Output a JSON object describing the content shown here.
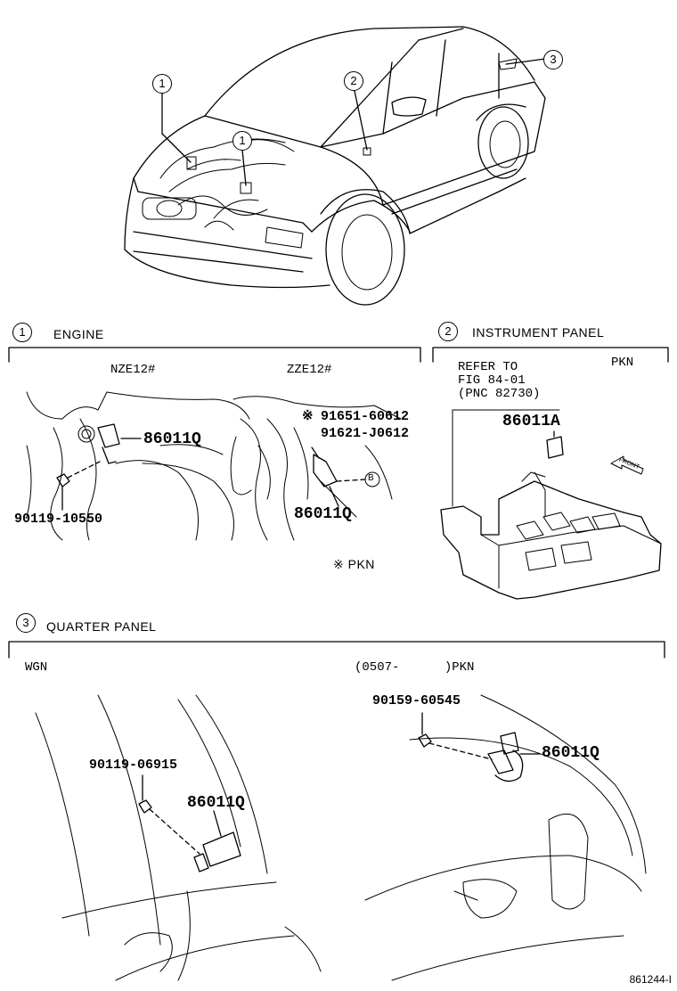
{
  "callouts": {
    "c1": "1",
    "c2": "2",
    "c3": "3"
  },
  "sections": {
    "engine": {
      "num": "1",
      "title": "ENGINE",
      "nze_label": "NZE12#",
      "zze_label": "ZZE12#",
      "nze_part": "86011Q",
      "nze_bolt": "90119-10550",
      "zze_mark1": "※",
      "zze_alt1": "91651-60612",
      "zze_alt2": "91621-J0612",
      "zze_part": "86011Q",
      "zze_b": "B",
      "pkn_note": "※ PKN"
    },
    "instrument_panel": {
      "num": "2",
      "title": "INSTRUMENT PANEL",
      "pkn": "PKN",
      "refer1": "REFER TO",
      "refer2": "FIG 84-01",
      "refer3": "(PNC 82730)",
      "part": "86011A",
      "front": "FRONT"
    },
    "quarter_panel": {
      "num": "3",
      "title": "QUARTER PANEL",
      "wgn": "WGN",
      "wgn_bolt": "90119-06915",
      "wgn_part": "86011Q",
      "pkn_date": "(0507-      )PKN",
      "pkn_bolt": "90159-60545",
      "pkn_part": "86011Q"
    }
  },
  "catalog_code": "861244-I"
}
